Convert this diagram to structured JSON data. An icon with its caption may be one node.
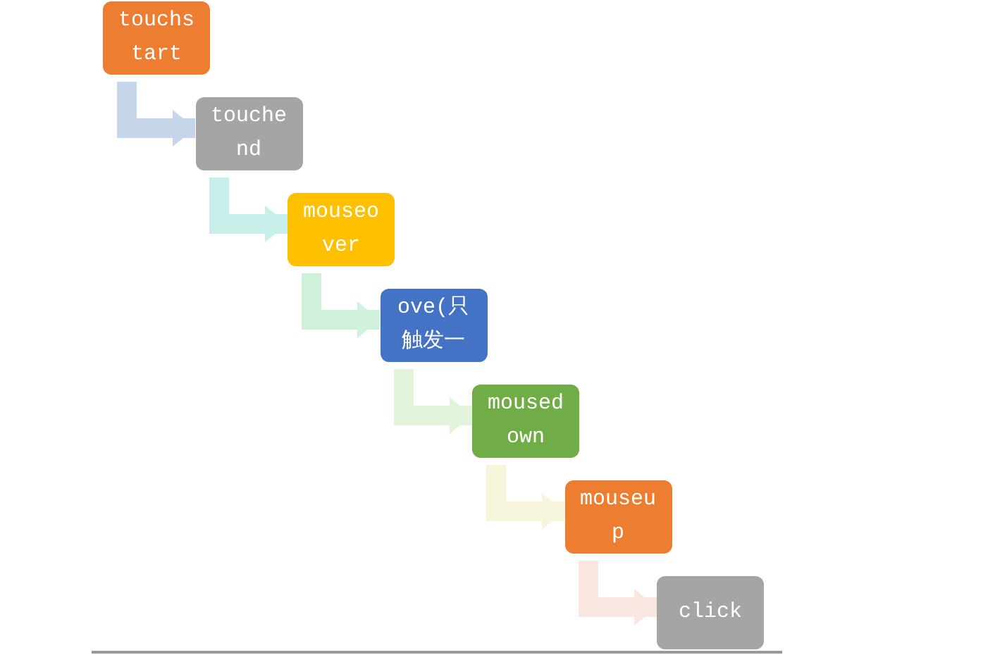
{
  "diagram": {
    "nodes": [
      {
        "text": [
          "touchstart"
        ]
      },
      {
        "text": [
          "touchend"
        ]
      },
      {
        "text": [
          "mouseover"
        ]
      },
      {
        "text": [
          "ove(只触发一"
        ]
      },
      {
        "text": [
          "mousedown"
        ]
      },
      {
        "text": [
          "mouseup"
        ]
      },
      {
        "text": [
          "click"
        ]
      }
    ],
    "edges": [
      {
        "from": 0,
        "to": 1,
        "arrow": "to",
        "color": "#c5d5ea"
      },
      {
        "from": 1,
        "to": 2,
        "arrow": "to",
        "color": "#c8efe9"
      },
      {
        "from": 2,
        "to": 3,
        "arrow": "to",
        "color": "#d0f2dc"
      },
      {
        "from": 3,
        "to": 4,
        "arrow": "to",
        "color": "#e2f5dc"
      },
      {
        "from": 4,
        "to": 5,
        "arrow": "to",
        "color": "#f7f6dc"
      },
      {
        "from": 5,
        "to": 6,
        "arrow": "to",
        "color": "#fbe7e1"
      }
    ]
  }
}
